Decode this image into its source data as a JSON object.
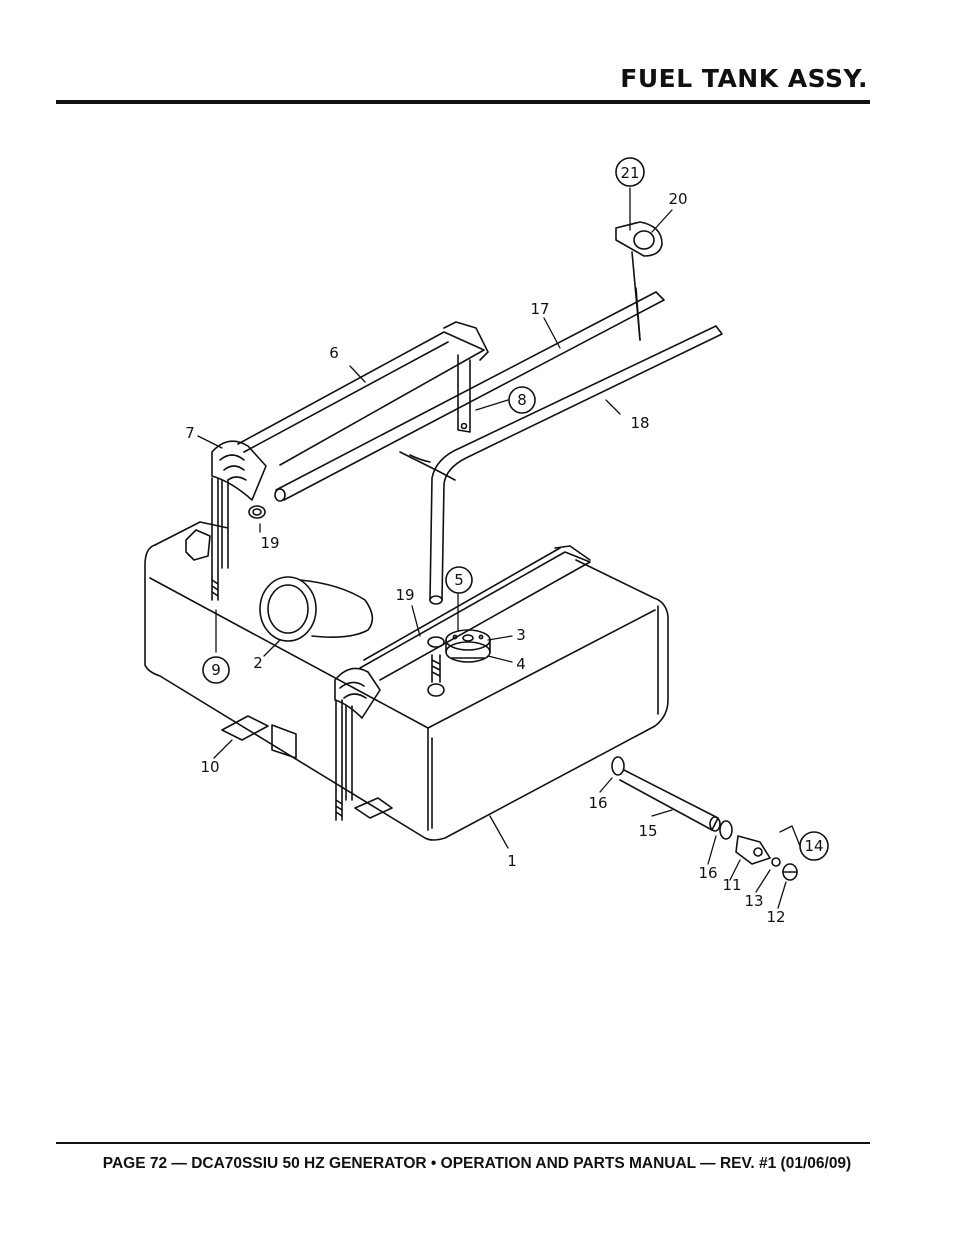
{
  "header": {
    "title": "FUEL TANK ASSY."
  },
  "callouts": {
    "c1": "1",
    "c2": "2",
    "c3": "3",
    "c4": "4",
    "c5": "5",
    "c6": "6",
    "c7": "7",
    "c8": "8",
    "c9": "9",
    "c10": "10",
    "c11": "11",
    "c12": "12",
    "c13": "13",
    "c14": "14",
    "c15": "15",
    "c16a": "16",
    "c16b": "16",
    "c17": "17",
    "c18": "18",
    "c19a": "19",
    "c19b": "19",
    "c20": "20",
    "c21": "21"
  },
  "footer": {
    "text": "PAGE 72 — DCA70SSIU 50 HZ GENERATOR • OPERATION AND PARTS MANUAL — REV. #1 (01/06/09)"
  }
}
